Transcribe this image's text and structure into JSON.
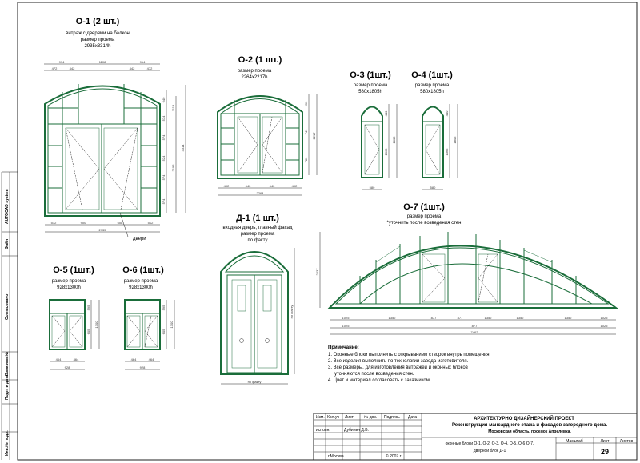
{
  "margin": {
    "autocad": "AUTOCAD system",
    "file": "Файл",
    "agreed": "Согласовано",
    "replace": "Взам.инв.№",
    "sign_date": "Подп. и дата",
    "orig_no": "Инв.№ подл."
  },
  "windows": {
    "o1": {
      "title": "О-1 (2 шт.)",
      "desc": "витраж с дверями на балкон",
      "size_label": "размер проема",
      "size": "2935x3314h",
      "dims": [
        "914",
        "1108",
        "914",
        "472",
        "442",
        "442",
        "472"
      ],
      "vdims": [
        "640",
        "574",
        "574",
        "524",
        "574",
        "574",
        "1118",
        "2196",
        "3314"
      ],
      "bdims": [
        "512",
        "900",
        "608",
        "512",
        "2935"
      ],
      "door_label": "двери"
    },
    "o2": {
      "title": "О-2 (1 шт.)",
      "size_label": "размер проема",
      "size": "2264x2217h",
      "vdims": [
        "693",
        "741",
        "783",
        "2217"
      ],
      "bdims": [
        "492",
        "640",
        "640",
        "492",
        "2264"
      ]
    },
    "o3": {
      "title": "О-3 (1шт.)",
      "size_label": "размер проема",
      "size": "580x1805h",
      "vdims": [
        "440",
        "1365",
        "1805"
      ],
      "bdims": [
        "580"
      ]
    },
    "o4": {
      "title": "О-4 (1шт.)",
      "size_label": "размер проема",
      "size": "580x1805h",
      "vdims": [
        "440",
        "1365",
        "1805"
      ],
      "bdims": [
        "580"
      ]
    },
    "o5": {
      "title": "О-5 (1шт.)",
      "size_label": "размер проема",
      "size": "928x1300h",
      "vdims": [
        "595",
        "605",
        "1300"
      ],
      "bdims": [
        "464",
        "464",
        "928"
      ]
    },
    "o6": {
      "title": "О-6 (1шт.)",
      "size_label": "размер проема",
      "size": "928x1300h",
      "vdims": [
        "595",
        "605",
        "1300"
      ],
      "bdims": [
        "464",
        "464",
        "928"
      ]
    },
    "o7": {
      "title": "О-7 (1шт.)",
      "size_label": "размер проема",
      "note": "*уточнить после возведения стен",
      "vdims": [
        "2237"
      ],
      "bdims": [
        "1025",
        "1352",
        "877",
        "877",
        "1352",
        "1352",
        "1352",
        "1025",
        "1025",
        "877",
        "1025",
        "7462"
      ]
    }
  },
  "door": {
    "d1": {
      "title": "Д-1 (1 шт.)",
      "desc": "входная дверь, главный фасад",
      "size_label": "размер проема",
      "size": "по факту",
      "vdim": "по факту",
      "bdim": "по факту"
    }
  },
  "notes": {
    "title": "Примечание:",
    "lines": [
      "1. Оконные блоки выполнить с открыванием створок внутрь помещения.",
      "2. Все изделия выполнить по технологии завода-изготовителя.",
      "3. Все размеры, для изготовления витражей и оконных блоков",
      "уточняются после возведения стен.",
      "4. Цвет и материал согласовать с заказчиком"
    ]
  },
  "title_block": {
    "cols": [
      "Изм.",
      "Кол.уч",
      "Лист",
      "№ док.",
      "Подпись",
      "Дата"
    ],
    "executor_label": "исполн.",
    "executor_name": "Дубинин Д.В.",
    "city": "г.Москва",
    "year": "© 2007 г.",
    "org": "АРХИТЕКТУРНО ДИЗАЙНЕРСКИЙ ПРОЕКТ",
    "project": "Реконструкция мансардного этажа и фасадов загородного дома.",
    "location": "Московская область, поселок Апрелевка.",
    "sheet_desc": [
      "оконные блоки О-1, О-2, О-3, О-4, О-5, О-6 О-7,",
      "дверной блок Д-1"
    ],
    "scale_label": "Масштаб",
    "sheet_label": "Лист",
    "sheets_label": "Листов",
    "sheet_number": "29"
  }
}
